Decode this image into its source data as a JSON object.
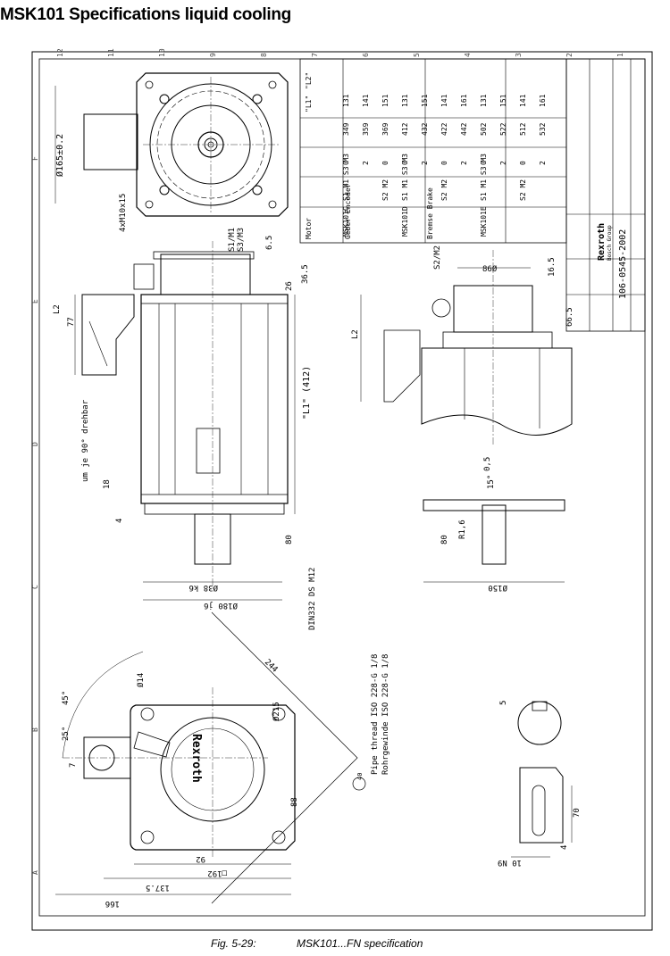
{
  "page_title": "MSK101 Specifications liquid cooling",
  "caption": {
    "figure": "Fig. 5-29:",
    "text": "MSK101...FN specification"
  },
  "brand": {
    "name": "Rexroth",
    "sub": "Bosch Group"
  },
  "drawing_number": "106-0545-2002",
  "motor_plate": "Rexroth",
  "table": {
    "headers": [
      "Motor",
      "Geber Encoder",
      "Bremse Brake",
      "\"L1\"",
      "\"L2\""
    ],
    "rows": [
      [
        "MSK101C",
        "S1 M1 S3 M3",
        "0",
        "349",
        "131"
      ],
      [
        "",
        "",
        "2",
        "359",
        "141"
      ],
      [
        "",
        "S2 M2",
        "0",
        "369",
        "151"
      ],
      [
        "MSK101D",
        "S1 M1 S3 M3",
        "0",
        "412",
        "131"
      ],
      [
        "",
        "",
        "2",
        "432",
        "151"
      ],
      [
        "",
        "S2 M2",
        "0",
        "422",
        "141"
      ],
      [
        "",
        "",
        "2",
        "442",
        "161"
      ],
      [
        "MSK101E",
        "S1 M1 S3 M3",
        "0",
        "502",
        "131"
      ],
      [
        "",
        "",
        "2",
        "522",
        "151"
      ],
      [
        "",
        "S2 M2",
        "0",
        "512",
        "141"
      ],
      [
        "",
        "",
        "2",
        "532",
        "161"
      ]
    ]
  },
  "dims": {
    "bolt_circle": "Ø165±0.2",
    "holes": "4xM10x15",
    "s1m1": "S1/M1",
    "s3m3": "S3/M3",
    "s2m2": "S2/M2",
    "d65": "6.5",
    "d26": "26",
    "d365": "36.5",
    "d165": "16.5",
    "d665": "66.5",
    "d86": "86Ø",
    "l2": "L2",
    "d77": "77",
    "l1": "\"L1\" (412)",
    "rotatable": "um je 90° drehbar",
    "d18": "18",
    "d4": "4",
    "d80": "80",
    "shaft": "Ø38 k6",
    "pilot": "Ø180 j6",
    "din": "DIN332 DS M12",
    "d0_5": "0,5",
    "d15deg": "15°",
    "r16": "R1,6",
    "d150": "Ø150",
    "d14": "Ø14",
    "d45": "45°",
    "d25": "25°",
    "d7": "7",
    "d215": "Ø215",
    "d244": "244",
    "d88": "88",
    "d92": "92",
    "sq192": "□192",
    "d1375": "137.5",
    "d166": "166",
    "pipe_en": "Pipe thread ISO 228-G 1/8",
    "pipe_de": "Rohrgewinde ISO 228-G 1/8",
    "key5": "5",
    "key70": "70",
    "key4": "4",
    "key10n9": "10 N9",
    "circled": "40"
  },
  "grid_numbers": [
    "12",
    "11",
    "10",
    "9",
    "8",
    "7",
    "6",
    "5",
    "4",
    "3",
    "2",
    "1"
  ],
  "grid_letters": [
    "A",
    "B",
    "C",
    "D",
    "E",
    "F"
  ]
}
